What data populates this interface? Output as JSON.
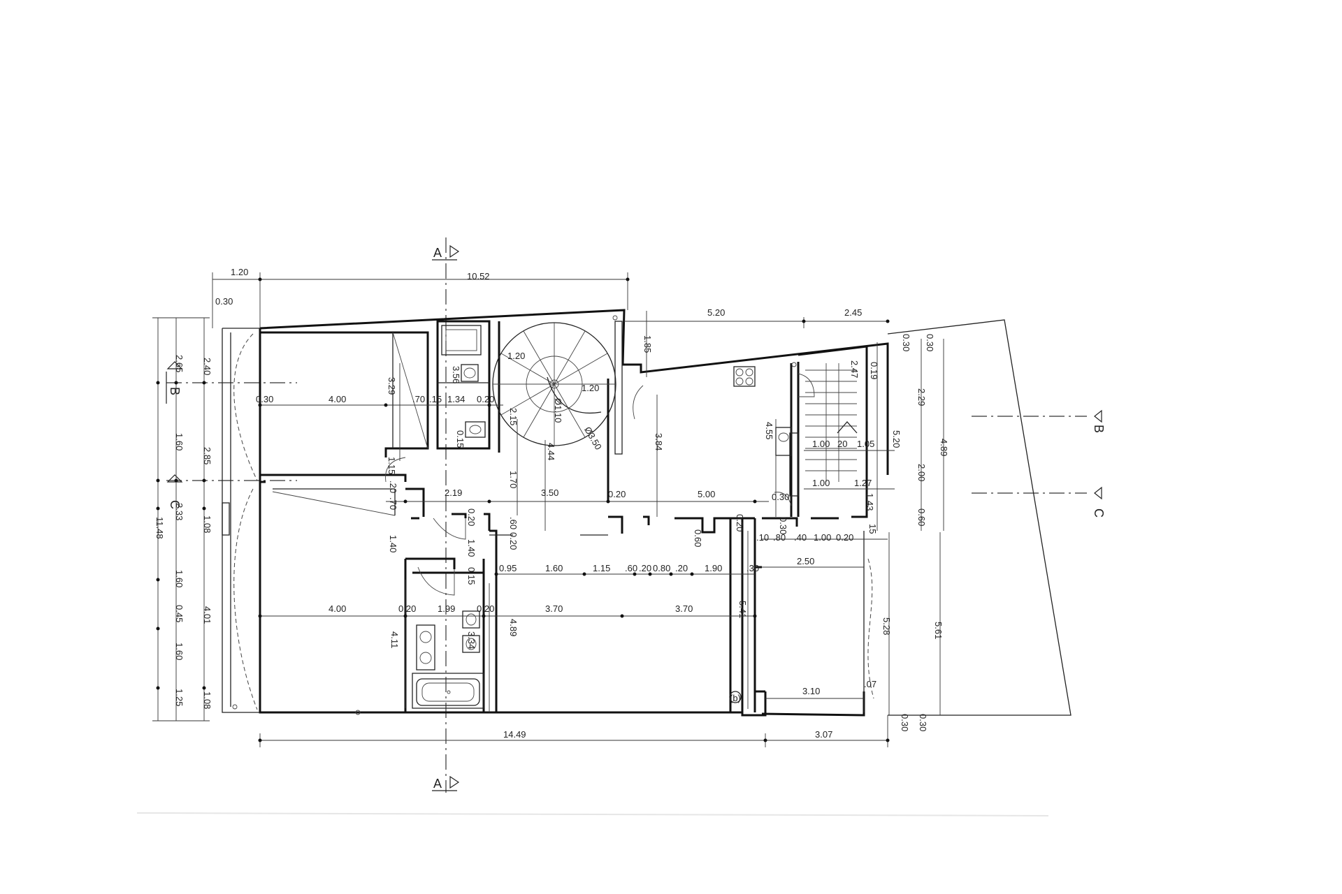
{
  "section_markers": {
    "A_top": "A",
    "A_bottom": "A",
    "B_left": "B",
    "B_right": "B",
    "C_left": "C",
    "C_right": "C"
  },
  "dimensions": {
    "top": [
      "1.20",
      "10.52",
      "0.30",
      "5.20",
      "2.45",
      "1.85"
    ],
    "left_outer": [
      "2.65",
      "1.60",
      "2.33",
      "1.60",
      "1.60",
      "1.25",
      "11.48"
    ],
    "left_inner": [
      "2.40",
      "2.85",
      "1.08",
      "0.45",
      "4.01",
      "1.08"
    ],
    "bedroom_top": [
      "0.30",
      "4.00",
      "3.29",
      ".70",
      ".15",
      "1.34",
      "0.20",
      "3.56",
      "0.15"
    ],
    "stair": [
      "1.20",
      "1.20",
      "Ø1.10",
      "Ø3.50"
    ],
    "middle_row": [
      "1.15",
      "2.19",
      "3.50",
      "0.20",
      "5.00",
      "0.30",
      "2.15",
      "4.44",
      "1.70",
      "3.84",
      "4.55"
    ],
    "middle_small": [
      ".20",
      ".70",
      "0.20",
      "1.40",
      ".60",
      "0.20",
      "1.40",
      "0.15",
      "0.20",
      "0.60",
      "0.30"
    ],
    "right_small": [
      ".10",
      ".80",
      ".40",
      "1.00",
      "0.20",
      "15",
      "1.00",
      "20",
      "1.05",
      "1.00",
      "1.27",
      "1.43",
      "5.20",
      "2.29",
      "2.00",
      "0.60",
      "4.89",
      "0.30",
      "0.30",
      "0.19",
      "2.47"
    ],
    "bottom_row": [
      "0.95",
      "1.60",
      "1.15",
      ".60",
      ".20",
      "0.80",
      ".20",
      "1.90",
      ".30",
      "2.50"
    ],
    "bottom_bedroom": [
      "4.00",
      "0.20",
      "1.99",
      "0.20",
      "3.70",
      "3.70",
      "4.11",
      "3.34",
      "4.89",
      "5.41",
      "3.10",
      ".07",
      "5.28",
      "5.61"
    ],
    "bottom": [
      "14.49",
      "3.07",
      "0.30",
      "0.30"
    ]
  },
  "symbols": {
    "column_mark": "(b)"
  }
}
